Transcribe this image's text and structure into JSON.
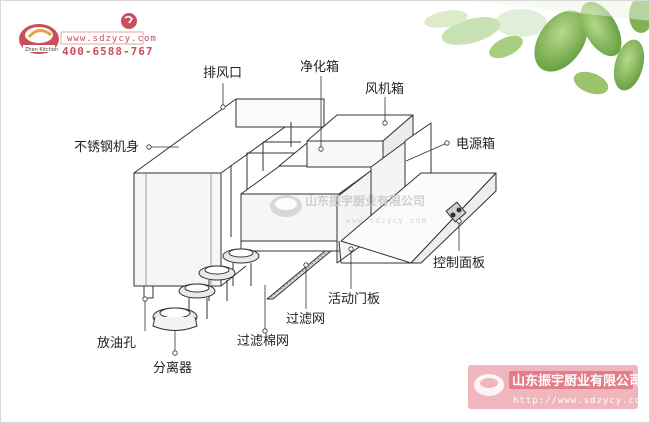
{
  "brand": {
    "url": "www.sdzycy.com",
    "phone": "400-6588-767",
    "logo_text": "Zhen Kitchen"
  },
  "labels": {
    "exhaust_port": "排风口",
    "purifier_box": "净化箱",
    "fan_box": "风机箱",
    "stainless_body": "不锈钢机身",
    "power_box": "电源箱",
    "control_panel": "控制面板",
    "movable_door": "活动门板",
    "filter_net": "过滤网",
    "oil_drain": "放油孔",
    "filter_cotton": "过滤棉网",
    "separator": "分离器"
  },
  "watermark": {
    "company": "山东振宇厨业有限公司",
    "url": "www.sdzycy.com"
  },
  "badge": {
    "company": "山东振宇厨业有限公司",
    "url": "http://www.sdzycy.com"
  },
  "colors": {
    "brand_red": "#c8505a",
    "badge_bg": "#f1b6bd",
    "badge_bar": "#e27e8a",
    "line": "#333333"
  }
}
